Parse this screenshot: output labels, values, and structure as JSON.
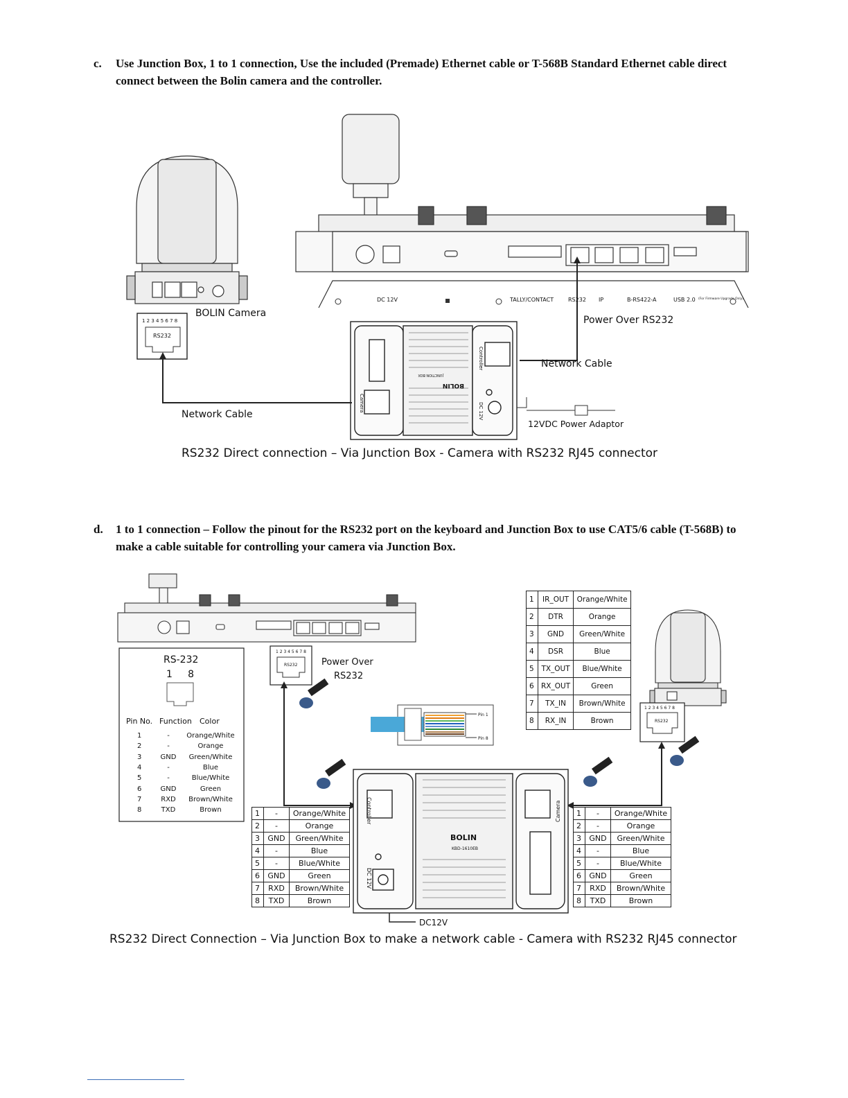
{
  "section_c": {
    "marker": "c.",
    "text": "Use Junction Box, 1 to 1 connection, Use the included (Premade) Ethernet cable or T-568B Standard Ethernet cable direct connect between the Bolin camera and the controller."
  },
  "diagram1": {
    "camera_label": "BOLIN  Camera",
    "rs232_pins": "1 2 3 4 5 6 7 8",
    "rs232_label": "RS232",
    "power_over_rs232": "Power Over RS232",
    "network_cable_right": "Network Cable",
    "network_cable_left": "Network Cable",
    "power_adaptor": "12VDC Power Adaptor",
    "port_labels": [
      "DC 12V",
      "TALLY/CONTACT",
      "RS232",
      "IP",
      "B-RS422-A",
      "USB 2.0"
    ],
    "usb_note": "(For Firmware Upgrade Only)",
    "jb_controller": "Controller",
    "jb_camera": "Camera",
    "jb_dc": "DC 12V",
    "jb_brand": "BOLIN",
    "jb_box": "JUNCTION BOX",
    "caption": "RS232 Direct connection – Via Junction Box - Camera with RS232 RJ45 connector"
  },
  "section_d": {
    "marker": "d.",
    "text": "1 to 1 connection – Follow the pinout for the RS232 port on the keyboard and Junction Box to use CAT5/6 cable (T-568B) to make a cable suitable for controlling your camera via Junction Box."
  },
  "diagram2": {
    "rs232_title": "RS-232",
    "rs232_pin_range": "1     8",
    "pin_headers": [
      "Pin No.",
      "Function",
      "Color"
    ],
    "pin_rows": [
      [
        "1",
        "-",
        "Orange/White"
      ],
      [
        "2",
        "-",
        "Orange"
      ],
      [
        "3",
        "GND",
        "Green/White"
      ],
      [
        "4",
        "-",
        "Blue"
      ],
      [
        "5",
        "-",
        "Blue/White"
      ],
      [
        "6",
        "GND",
        "Green"
      ],
      [
        "7",
        "RXD",
        "Brown/White"
      ],
      [
        "8",
        "TXD",
        "Brown"
      ]
    ],
    "power_over": "Power Over",
    "power_over_2": "RS232",
    "rs232_small": "RS232",
    "pins_small": "1 2 3 4 5 6 7 8",
    "pin1": "Pin 1",
    "pin8": "Pin 8",
    "camera_table": [
      [
        "1",
        "IR_OUT",
        "Orange/White"
      ],
      [
        "2",
        "DTR",
        "Orange"
      ],
      [
        "3",
        "GND",
        "Green/White"
      ],
      [
        "4",
        "DSR",
        "Blue"
      ],
      [
        "5",
        "TX_OUT",
        "Blue/White"
      ],
      [
        "6",
        "RX_OUT",
        "Green"
      ],
      [
        "7",
        "TX_IN",
        "Brown/White"
      ],
      [
        "8",
        "RX_IN",
        "Brown"
      ]
    ],
    "jb_table_left": [
      [
        "1",
        "-",
        "Orange/White"
      ],
      [
        "2",
        "-",
        "Orange"
      ],
      [
        "3",
        "GND",
        "Green/White"
      ],
      [
        "4",
        "-",
        "Blue"
      ],
      [
        "5",
        "-",
        "Blue/White"
      ],
      [
        "6",
        "GND",
        "Green"
      ],
      [
        "7",
        "RXD",
        "Brown/White"
      ],
      [
        "8",
        "TXD",
        "Brown"
      ]
    ],
    "jb_table_right": [
      [
        "1",
        "-",
        "Orange/White"
      ],
      [
        "2",
        "-",
        "Orange"
      ],
      [
        "3",
        "GND",
        "Green/White"
      ],
      [
        "4",
        "-",
        "Blue"
      ],
      [
        "5",
        "-",
        "Blue/White"
      ],
      [
        "6",
        "GND",
        "Green"
      ],
      [
        "7",
        "RXD",
        "Brown/White"
      ],
      [
        "8",
        "TXD",
        "Brown"
      ]
    ],
    "jb_controller": "Controller",
    "jb_camera": "Camera",
    "jb_dc": "DC 12V",
    "jb_brand": "BOLIN",
    "jb_model": "KBD-1610EB",
    "dc12v": "DC12V",
    "caption": "RS232 Direct Connection – Via Junction Box to make a network cable - Camera with RS232 RJ45 connector"
  }
}
